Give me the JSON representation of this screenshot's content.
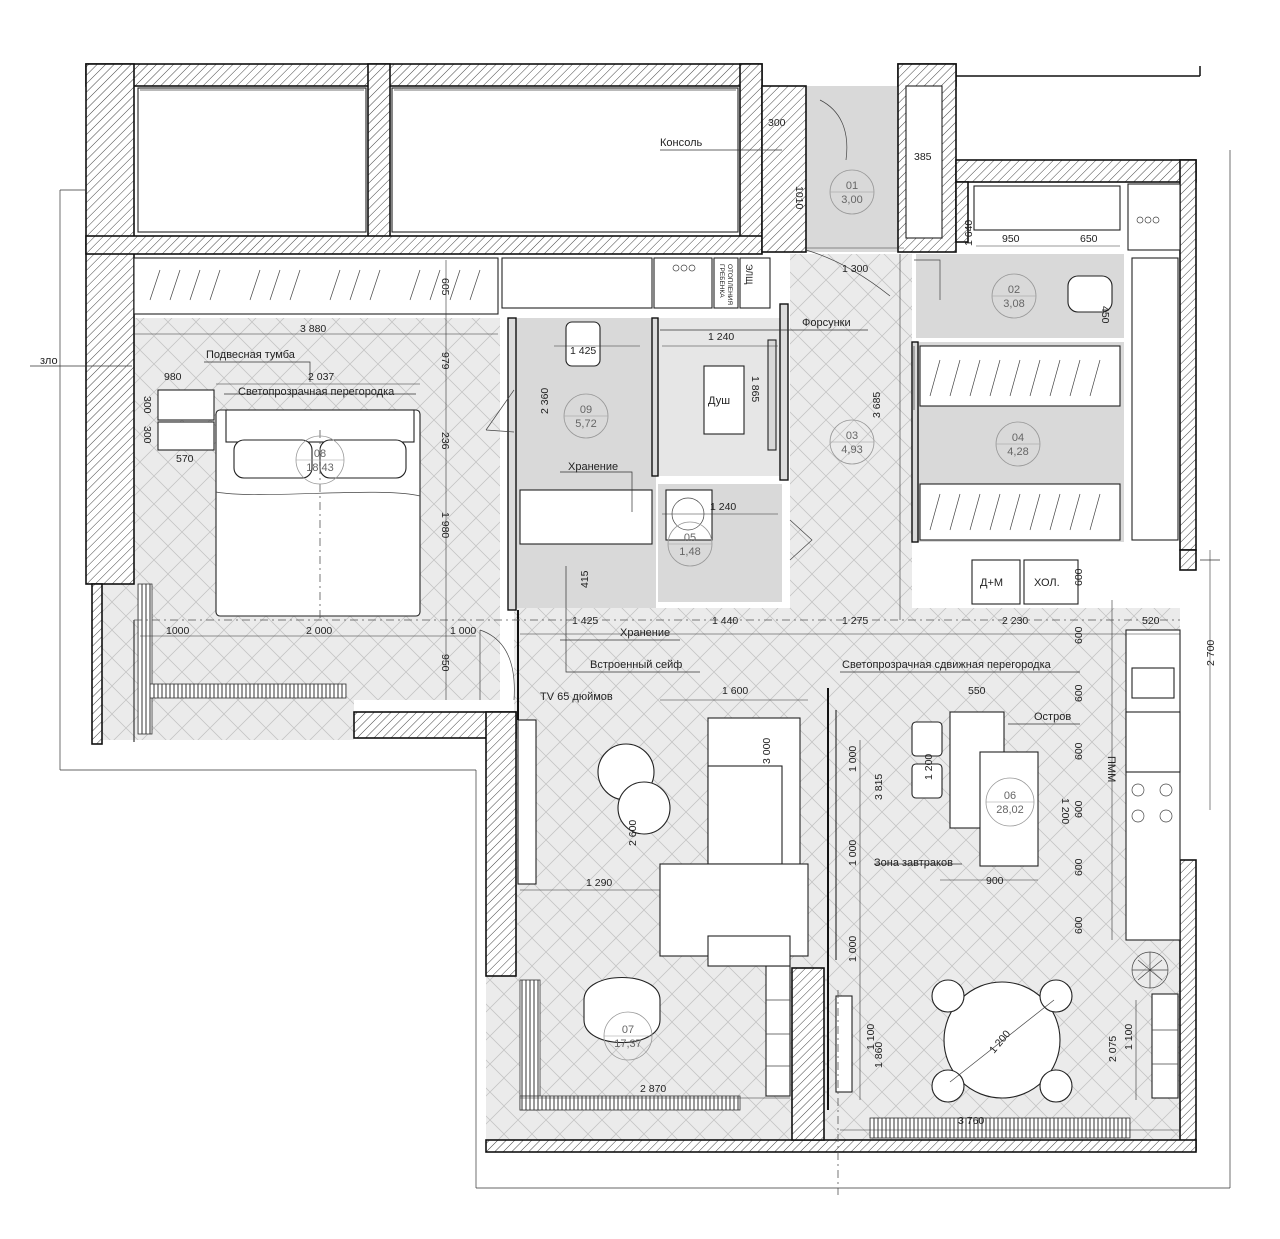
{
  "labels": {
    "console": "Консоль",
    "hanging_cabinet": "Подвесная тумба",
    "translucent_partition": "Светопрозрачная перегородка",
    "injectors": "Форсунки",
    "shower": "Душ",
    "storage_1": "Хранение",
    "storage_2": "Хранение",
    "builtin_safe": "Встроенный сейф",
    "sliding_partition": "Светопрозрачная сдвижная перегородка",
    "tv": "TV 65 дюймов",
    "island": "Остров",
    "breakfast_zone": "Зона завтраков",
    "washer_dryer": "Д+М",
    "fridge": "ХОЛ.",
    "dishwasher": "ПММ",
    "left_edge": "зло",
    "boiler_1": "ГРЕБЕНКА",
    "boiler_2": "ОТОПЛЕНИЯ",
    "boiler_3": "ЭЛЩ"
  },
  "rooms": [
    {
      "num": "01",
      "area": "3,00"
    },
    {
      "num": "02",
      "area": "3,08"
    },
    {
      "num": "03",
      "area": "4,93"
    },
    {
      "num": "04",
      "area": "4,28"
    },
    {
      "num": "05",
      "area": "1,48"
    },
    {
      "num": "06",
      "area": "28,02"
    },
    {
      "num": "07",
      "area": "17,37"
    },
    {
      "num": "08",
      "area": "18,43"
    },
    {
      "num": "09",
      "area": "5,72"
    }
  ],
  "dimensions": {
    "d300a": "300",
    "d1010": "1010",
    "d385": "385",
    "d950a": "950",
    "d650": "650",
    "d1640": "1 640",
    "d1300": "1 300",
    "d450": "450",
    "d605": "605",
    "d3880": "3 880",
    "d979": "979",
    "d1425a": "1 425",
    "d1240a": "1 240",
    "d1865": "1 865",
    "d980": "980",
    "d2037": "2 037",
    "d300b": "300",
    "d300c": "300",
    "d236": "236",
    "d570": "570",
    "d2360": "2 360",
    "d3685": "3 685",
    "d1980": "1 980",
    "d1240b": "1 240",
    "d415": "415",
    "d1000a": "1000",
    "d2000": "2 000",
    "d1000b": "1 000",
    "d1425b": "1 425",
    "d1440": "1 440",
    "d1275": "1 275",
    "d2230": "2 230",
    "d520": "520",
    "d950b": "950",
    "d600a": "600",
    "d2700": "2 700",
    "d600b": "600",
    "d600c": "600",
    "d600d": "600",
    "d600e": "600",
    "d600f": "600",
    "d600g": "600",
    "d1600": "1 600",
    "d550": "550",
    "d3000": "3 000",
    "d1000c": "1 000",
    "d3815": "3 815",
    "d1200a": "1 200",
    "d1200b": "1 200",
    "d2600": "2 600",
    "d1000d": "1 000",
    "d1290": "1 290",
    "d900": "900",
    "d1000e": "1 000",
    "d1200c": "1 200",
    "d2075": "2 075",
    "d1100a": "1 100",
    "d1100b": "1 100",
    "d1860": "1 860",
    "d2870": "2 870",
    "d3760": "3 760"
  },
  "colors": {
    "wall_hatch": "#111111",
    "floor_grey": "#d9d9d9",
    "line": "#222222"
  }
}
